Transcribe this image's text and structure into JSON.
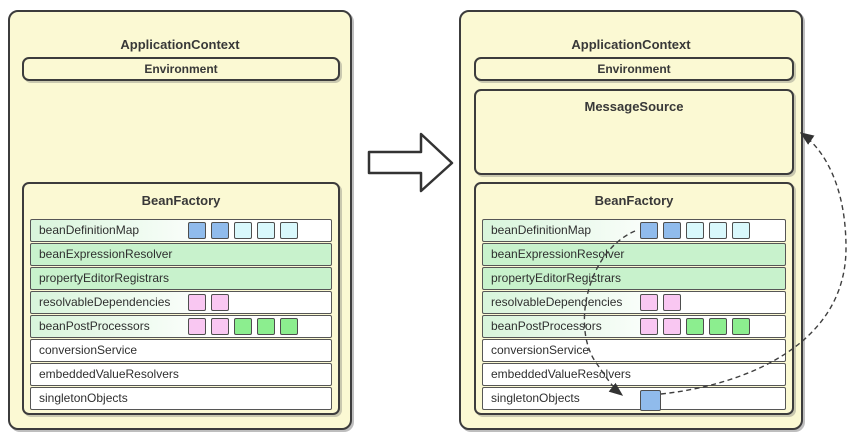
{
  "left_panel": {
    "title": "ApplicationContext",
    "environment_label": "Environment",
    "bean_factory": {
      "title": "BeanFactory",
      "rows": [
        {
          "label": "beanDefinitionMap",
          "fill": "gradient-green",
          "squares": [
            "blue",
            "blue",
            "cyan",
            "cyan",
            "cyan"
          ]
        },
        {
          "label": "beanExpressionResolver",
          "fill": "solid-green",
          "squares": []
        },
        {
          "label": "propertyEditorRegistrars",
          "fill": "solid-green",
          "squares": []
        },
        {
          "label": "resolvableDependencies",
          "fill": "gradient-green",
          "squares": [
            "pink",
            "pink"
          ]
        },
        {
          "label": "beanPostProcessors",
          "fill": "gradient-green",
          "squares": [
            "pink",
            "pink",
            "green",
            "green",
            "green"
          ]
        },
        {
          "label": "conversionService",
          "fill": "white",
          "squares": []
        },
        {
          "label": "embeddedValueResolvers",
          "fill": "white",
          "squares": []
        },
        {
          "label": "singletonObjects",
          "fill": "white",
          "squares": []
        }
      ]
    }
  },
  "right_panel": {
    "title": "ApplicationContext",
    "environment_label": "Environment",
    "message_source_label": "MessageSource",
    "bean_factory": {
      "title": "BeanFactory",
      "rows": [
        {
          "label": "beanDefinitionMap",
          "fill": "gradient-green",
          "squares": [
            "blue",
            "blue",
            "cyan",
            "cyan",
            "cyan"
          ]
        },
        {
          "label": "beanExpressionResolver",
          "fill": "solid-green",
          "squares": []
        },
        {
          "label": "propertyEditorRegistrars",
          "fill": "solid-green",
          "squares": []
        },
        {
          "label": "resolvableDependencies",
          "fill": "gradient-green",
          "squares": [
            "pink",
            "pink"
          ]
        },
        {
          "label": "beanPostProcessors",
          "fill": "gradient-green",
          "squares": [
            "pink",
            "pink",
            "green",
            "green",
            "green"
          ]
        },
        {
          "label": "conversionService",
          "fill": "white",
          "squares": []
        },
        {
          "label": "embeddedValueResolvers",
          "fill": "white",
          "squares": []
        },
        {
          "label": "singletonObjects",
          "fill": "white",
          "squares": [
            "blue"
          ]
        }
      ]
    }
  },
  "colors": {
    "panel_background": "#fbf9d3",
    "box_border": "#3c3c3c",
    "row_green": "#c8f2cc",
    "row_gradient_start": "#d8f5db",
    "square_blue": "#90bbec",
    "square_cyan": "#d9f8fc",
    "square_pink": "#f9c7f2",
    "square_green": "#8cee8f",
    "arrow_color": "#3f3f3f"
  }
}
